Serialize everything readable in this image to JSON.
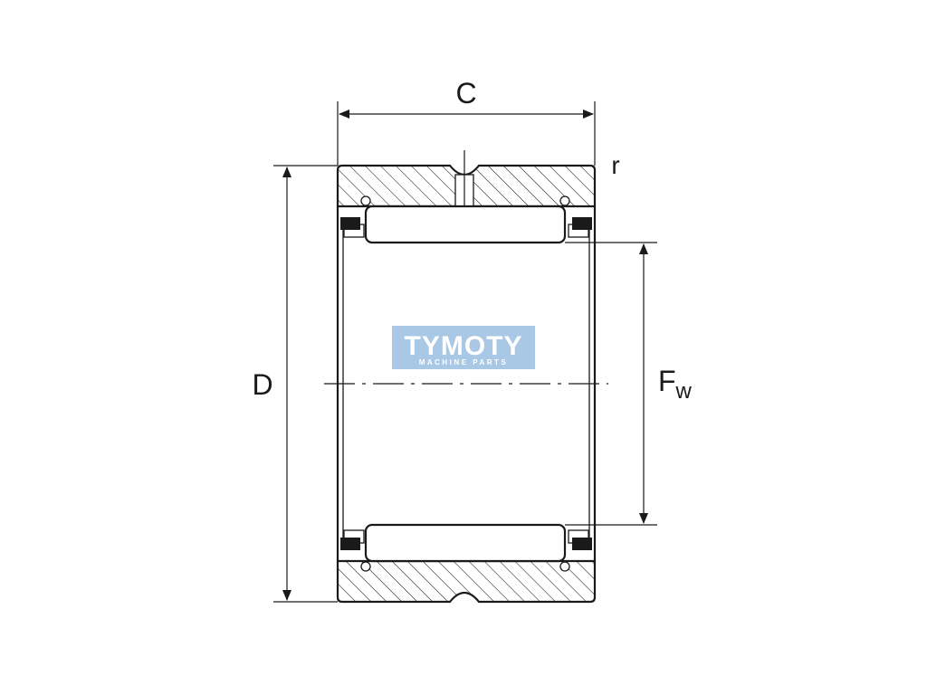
{
  "labels": {
    "width": "C",
    "radius": "r",
    "outer_diameter": "D",
    "inner_main": "F",
    "inner_sub": "w"
  },
  "watermark": {
    "name": "TYMOTY",
    "tagline": "MACHINE PARTS",
    "bg_color": "#a9c8e6",
    "text_color": "#ffffff"
  },
  "colors": {
    "line": "#1a1a1a",
    "background": "#ffffff"
  }
}
